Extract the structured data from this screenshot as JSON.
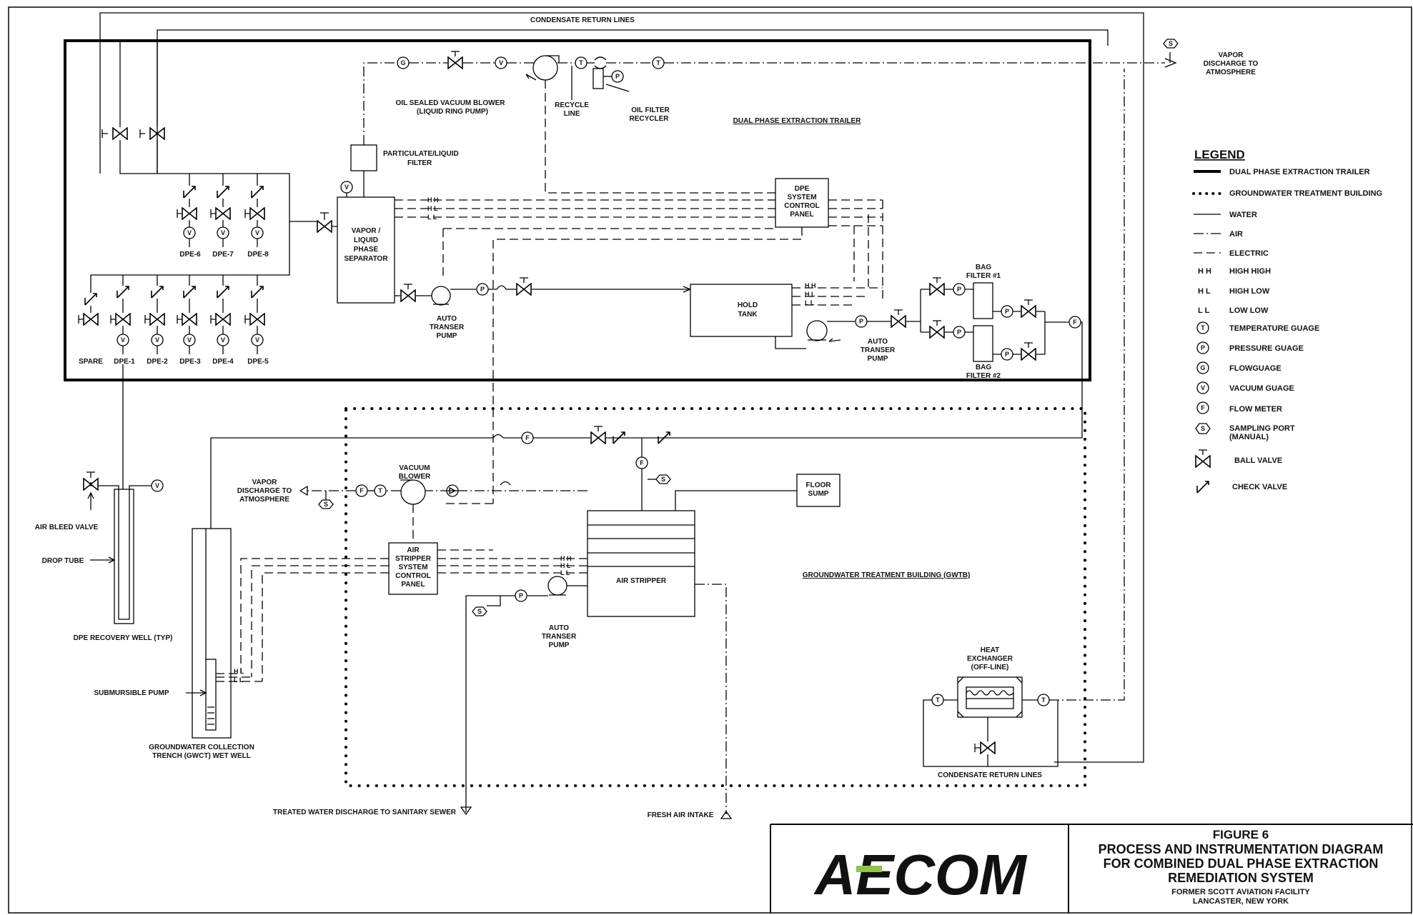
{
  "border_labels": {
    "condensate_top": "CONDENSATE RETURN LINES",
    "condensate_bottom": "CONDENSATE RETURN LINES",
    "trailer": "DUAL PHASE EXTRACTION TRAILER",
    "gwtb": "GROUNDWATER TREATMENT BUILDING (GWTB)"
  },
  "equipment": {
    "blower": [
      "OIL SEALED VACUUM BLOWER",
      "(LIQUID RING PUMP)"
    ],
    "recycle": [
      "RECYCLE",
      "LINE"
    ],
    "oil_filter": [
      "OIL FILTER",
      "RECYCLER"
    ],
    "particulate": [
      "PARTICULATE/LIQUID",
      "FILTER"
    ],
    "separator": [
      "VAPOR /",
      "LIQUID",
      "PHASE",
      "SEPARATOR"
    ],
    "dpe_panel": [
      "DPE",
      "SYSTEM",
      "CONTROL",
      "PANEL"
    ],
    "auto_pump_1": [
      "AUTO",
      "TRANSER",
      "PUMP"
    ],
    "hold_tank": [
      "HOLD",
      "TANK"
    ],
    "auto_pump_2": [
      "AUTO",
      "TRANSER",
      "PUMP"
    ],
    "bag1": [
      "BAG",
      "FILTER #1"
    ],
    "bag2": [
      "BAG",
      "FILTER #2"
    ],
    "vapor_discharge_top": [
      "VAPOR",
      "DISCHARGE TO",
      "ATMOSPHERE"
    ],
    "vacuum_blower": [
      "VACUUM",
      "BLOWER"
    ],
    "vapor_discharge_gwtb": [
      "VAPOR",
      "DISCHARGE TO",
      "ATMOSPHERE"
    ],
    "floor_sump": [
      "FLOOR",
      "SUMP"
    ],
    "as_panel": [
      "AIR",
      "STRIPPER",
      "SYSTEM",
      "CONTROL",
      "PANEL"
    ],
    "air_stripper": "AIR STRIPPER",
    "auto_pump_3": [
      "AUTO",
      "TRANSER",
      "PUMP"
    ],
    "heat_exchanger": [
      "HEAT",
      "EXCHANGER",
      "(OFF-LINE)"
    ],
    "air_bleed": "AIR BLEED VALVE",
    "drop_tube": "DROP TUBE",
    "dpe_well": "DPE RECOVERY WELL (TYP)",
    "sub_pump": "SUBMURSIBLE PUMP",
    "gwct": [
      "GROUNDWATER COLLECTION",
      "TRENCH (GWCT) WET WELL"
    ],
    "treated_water": "TREATED WATER DISCHARGE TO SANITARY SEWER",
    "fresh_air": "FRESH AIR INTAKE"
  },
  "wells_upper": [
    "DPE-6",
    "DPE-7",
    "DPE-8"
  ],
  "wells_lower": [
    "SPARE",
    "DPE-1",
    "DPE-2",
    "DPE-3",
    "DPE-4",
    "DPE-5"
  ],
  "alarm_levels": [
    "H H",
    "H L",
    "L L"
  ],
  "well_levels": [
    "H L",
    "L L"
  ],
  "instruments": {
    "flow_gauge": "G",
    "vacuum_gauge": "V",
    "temperature_gauge": "T",
    "pressure_gauge": "P",
    "flow_meter": "F",
    "sampling_port": "S"
  },
  "legend": {
    "title": "LEGEND",
    "lines": [
      {
        "style": "trailer",
        "label": "DUAL PHASE EXTRACTION TRAILER"
      },
      {
        "style": "gwtb",
        "label": "GROUNDWATER TREATMENT BUILDING"
      },
      {
        "style": "water",
        "label": "WATER"
      },
      {
        "style": "air",
        "label": "AIR"
      },
      {
        "style": "electric",
        "label": "ELECTRIC"
      }
    ],
    "codes": [
      {
        "code": "H H",
        "label": "HIGH HIGH"
      },
      {
        "code": "H L",
        "label": "HIGH LOW"
      },
      {
        "code": "L L",
        "label": "LOW LOW"
      }
    ],
    "symbols": [
      {
        "letter": "T",
        "label": "TEMPERATURE GUAGE"
      },
      {
        "letter": "P",
        "label": "PRESSURE GUAGE"
      },
      {
        "letter": "G",
        "label": "FLOWGUAGE"
      },
      {
        "letter": "V",
        "label": "VACUUM GUAGE"
      },
      {
        "letter": "F",
        "label": "FLOW METER"
      }
    ],
    "sampling": [
      "SAMPLING PORT",
      "(MANUAL)"
    ],
    "ball_valve": "BALL VALVE",
    "check_valve": "CHECK VALVE"
  },
  "title_block": {
    "logo": "AECOM",
    "figure": "FIGURE 6",
    "title_lines": [
      "PROCESS AND INSTRUMENTATION DIAGRAM",
      "FOR COMBINED DUAL PHASE EXTRACTION",
      "REMEDIATION SYSTEM"
    ],
    "facility": "FORMER SCOTT AVIATION FACILITY",
    "location": "LANCASTER, NEW YORK",
    "logo_accent": "#8dc63f"
  }
}
